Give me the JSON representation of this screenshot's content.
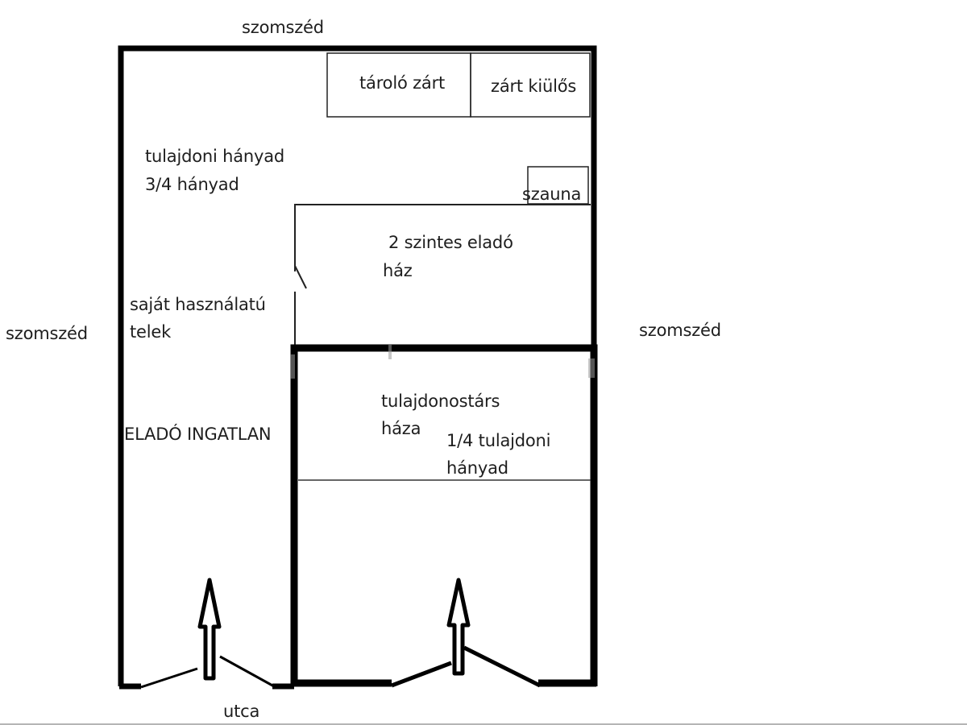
{
  "diagram": {
    "type": "site-plan",
    "colors": {
      "line": "#000000",
      "text": "#1e1e1e",
      "background": "#ffffff"
    },
    "labels": {
      "neighbor_top": "szomszéd",
      "neighbor_left": "szomszéd",
      "neighbor_right": "szomszéd",
      "street": "utca",
      "storage": "tároló zárt",
      "closed_porch": "zárt kiülős",
      "share_line1": "tulajdoni hányad",
      "share_line2": "3/4 hányad",
      "sauna": "szauna",
      "house_line1": "2 szintes eladó",
      "house_line2": "ház",
      "plot_line1": "saját használatú",
      "plot_line2": "telek",
      "for_sale": "ELADÓ INGATLAN",
      "coowner_line1": "tulajdonostárs",
      "coowner_line2": "háza",
      "coowner_share_line1": "1/4 tulajdoni",
      "coowner_share_line2": "hányad"
    },
    "icons": [
      "entrance-arrow-icon",
      "entrance-arrow-icon",
      "gate-icon",
      "gate-icon",
      "door-icon"
    ]
  }
}
